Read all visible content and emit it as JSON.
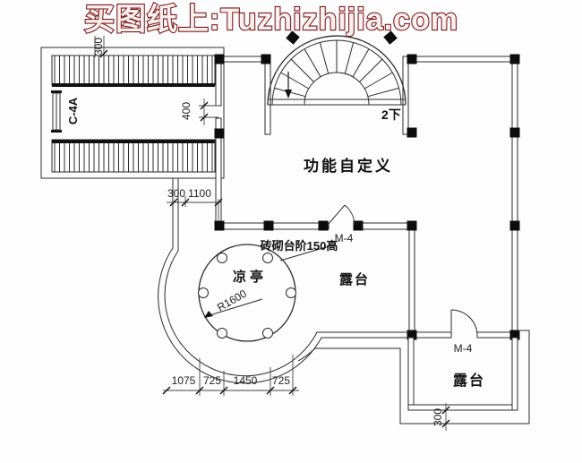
{
  "watermark": {
    "text": "买图纸上:Tuzhizhijia.com"
  },
  "colors": {
    "watermark_outline": "#7c1a1d",
    "watermark_fill": "#fbf0ef",
    "line": "#2b2b2b",
    "column": "#0d0d0d",
    "background": "#fdfdfd"
  },
  "plan": {
    "stair_block": {
      "window_code": "C-4A",
      "dim_top": "300"
    },
    "spiral_stair": {
      "flight_label": "2下"
    },
    "main_room": {
      "name": "功能自定义",
      "door": "M-4",
      "opening_dim": "400"
    },
    "terrace_upper": {
      "name": "露台",
      "steps_note": "砖砌台阶150高"
    },
    "pavilion": {
      "name": "凉亭",
      "radius": "R1600"
    },
    "terrace_lower": {
      "name": "露台",
      "door": "M-4",
      "dim": "300"
    },
    "dims_mid": [
      "300",
      "1100"
    ],
    "dims_bottom": [
      "1075",
      "725",
      "1450",
      "725"
    ]
  }
}
